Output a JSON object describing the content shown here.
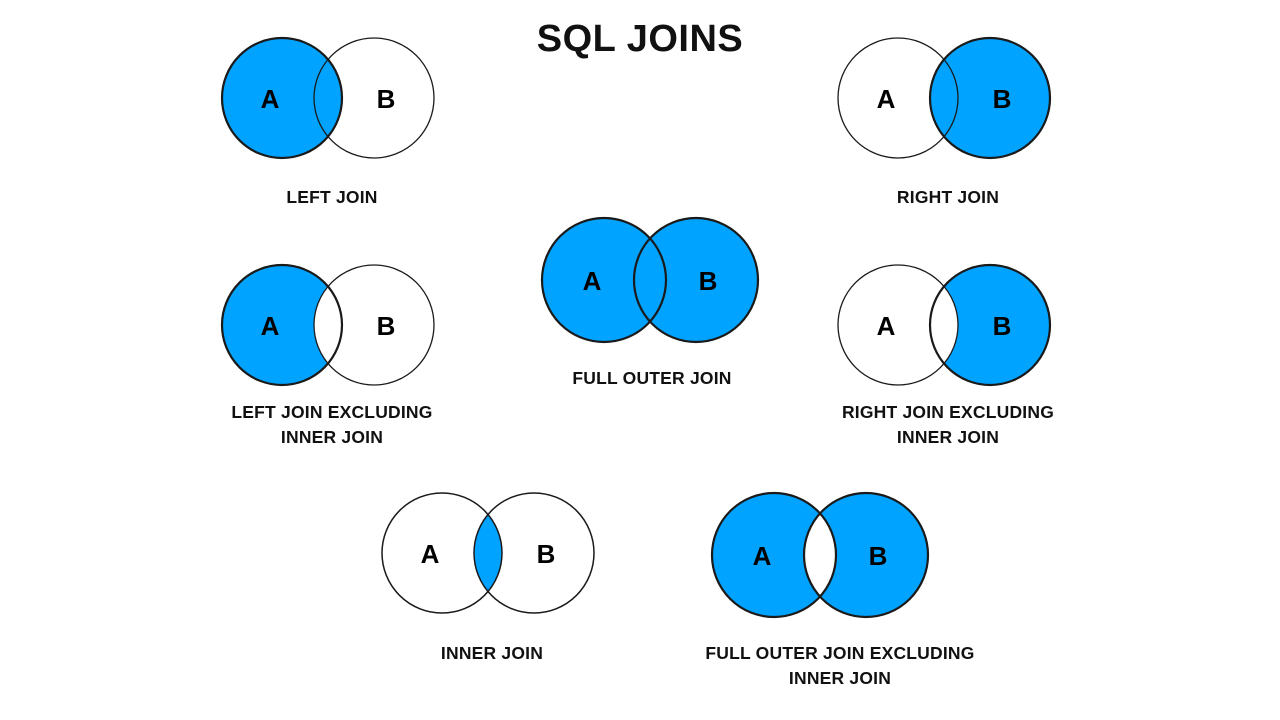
{
  "page": {
    "title": "SQL JOINS",
    "background_color": "#ffffff",
    "text_color": "#111111"
  },
  "style": {
    "fill_color": "#00A3FF",
    "empty_color": "#ffffff",
    "stroke_color": "#1a1a1a",
    "set_label_a": "A",
    "set_label_b": "B"
  },
  "diagrams": [
    {
      "id": "left-join",
      "caption": "LEFT JOIN",
      "label_a": "A",
      "label_b": "B",
      "fill": {
        "a_only": true,
        "intersection": true,
        "b_only": false
      }
    },
    {
      "id": "right-join",
      "caption": "RIGHT JOIN",
      "label_a": "A",
      "label_b": "B",
      "fill": {
        "a_only": false,
        "intersection": true,
        "b_only": true
      }
    },
    {
      "id": "left-join-excluding-inner-join",
      "caption": "LEFT JOIN EXCLUDING\nINNER JOIN",
      "label_a": "A",
      "label_b": "B",
      "fill": {
        "a_only": true,
        "intersection": false,
        "b_only": false
      }
    },
    {
      "id": "full-outer-join",
      "caption": "FULL OUTER JOIN",
      "label_a": "A",
      "label_b": "B",
      "fill": {
        "a_only": true,
        "intersection": true,
        "b_only": true
      }
    },
    {
      "id": "right-join-excluding-inner-join",
      "caption": "RIGHT JOIN EXCLUDING\nINNER JOIN",
      "label_a": "A",
      "label_b": "B",
      "fill": {
        "a_only": false,
        "intersection": false,
        "b_only": true
      }
    },
    {
      "id": "inner-join",
      "caption": "INNER JOIN",
      "label_a": "A",
      "label_b": "B",
      "fill": {
        "a_only": false,
        "intersection": true,
        "b_only": false
      }
    },
    {
      "id": "full-outer-join-excluding-inner-join",
      "caption": "FULL OUTER JOIN EXCLUDING\nINNER JOIN",
      "label_a": "A",
      "label_b": "B",
      "fill": {
        "a_only": true,
        "intersection": false,
        "b_only": true
      }
    }
  ]
}
